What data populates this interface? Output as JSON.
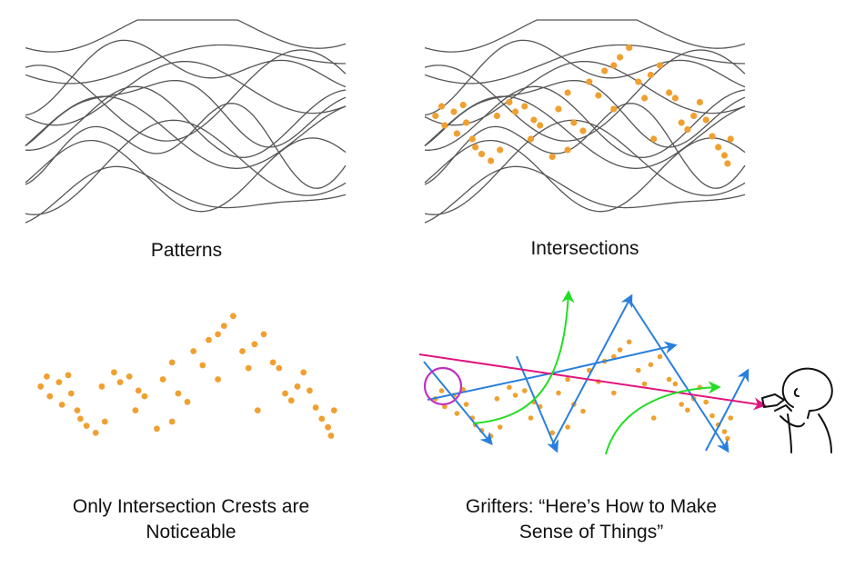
{
  "captions": {
    "patterns": "Patterns",
    "intersections": "Intersections",
    "crests_line1": "Only Intersection Crests are",
    "crests_line2": "Noticeable",
    "grifters_line1": "Grifters: “Here’s How to Make",
    "grifters_line2": "Sense of Things”"
  },
  "colors": {
    "curve": "#555555",
    "dot": "#f0a030",
    "blue_arrow": "#2a7fdc",
    "green_arrow": "#22dd22",
    "magenta": "#e0157e",
    "circle": "#c030c0",
    "figure": "#111111",
    "text": "#111111"
  },
  "icons": {
    "observer": "person-with-telescope-icon"
  }
}
